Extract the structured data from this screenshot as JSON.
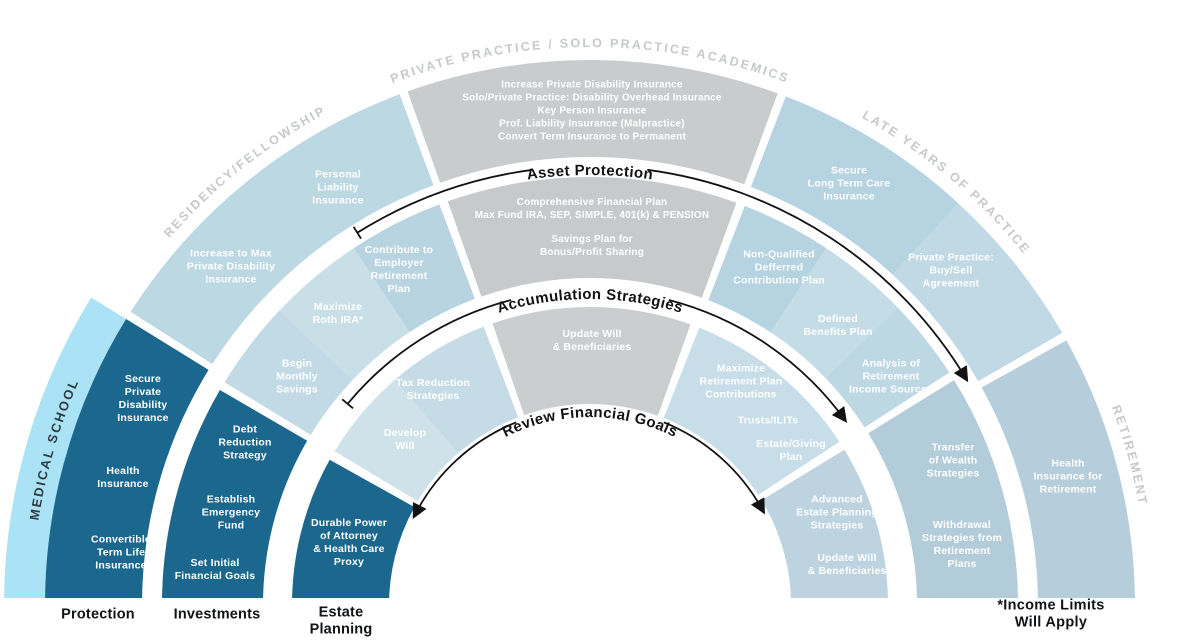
{
  "stages": [
    {
      "name": "MEDICAL SCHOOL",
      "rings": {
        "protection": [
          "Secure\nPrivate\nDisability\nInsurance",
          "Health\nInsurance",
          "Convertible\nTerm Life\nInsurance"
        ],
        "investments": [
          "Debt\nReduction\nStrategy",
          "Establish\nEmergency\nFund",
          "Set Initial\nFinancial Goals"
        ],
        "estate": [
          "Durable Power\nof Attorney\n& Health Care\nProxy"
        ]
      }
    },
    {
      "name": "RESIDENCY/FELLOWSHIP",
      "rings": {
        "protection": [
          "Personal\nLiability\nInsurance",
          "Increase to Max\nPrivate Disability\nInsurance"
        ],
        "investments": [
          "Contribute to\nEmployer\nRetirement\nPlan",
          "Maximize\nRoth IRA*",
          "Begin\nMonthly\nSavings"
        ],
        "estate": [
          "Tax Reduction\nStrategies",
          "Develop\nWill"
        ]
      }
    },
    {
      "name": "PRIVATE PRACTICE / SOLO PRACTICE ACADEMICS",
      "rings": {
        "protection": [
          "Increase Private Disability Insurance\nSolo/Private Practice: Disability Overhead Insurance\nKey Person Insurance\nProf. Liability Insurance (Malpractice)\nConvert Term Insurance to Permanent"
        ],
        "investments": [
          "Comprehensive Financial Plan\nMax Fund IRA, SEP, SIMPLE, 401(k) & PENSION",
          "Savings Plan for\nBonus/Profit Sharing"
        ],
        "estate": [
          "Update Will\n& Beneficiaries"
        ]
      }
    },
    {
      "name": "LATE YEARS OF PRACTICE",
      "rings": {
        "protection": [
          "Secure\nLong Term Care\nInsurance",
          "Private Practice:\nBuy/Sell\nAgreement"
        ],
        "investments": [
          "Non-Qualified\nDefferred\nContribution Plan",
          "Defined\nBenefits Plan",
          "Analysis of\nRetirement\nIncome Sources"
        ],
        "estate": [
          "Maximize\nRetirement Plan\nContributions",
          "Trusts/ILITs",
          "Estate/Giving\nPlan"
        ]
      }
    },
    {
      "name": "RETIREMENT",
      "rings": {
        "protection": [
          "Health\nInsurance for\nRetirement"
        ],
        "investments": [
          "Transfer\nof Wealth\nStrategies",
          "Withdrawal\nStrategies from\nRetirement\nPlans"
        ],
        "estate": [
          "Advanced\nEstate Planning\nStrategies",
          "Update Will\n& Beneficiaries"
        ]
      }
    }
  ],
  "arrow_labels": {
    "asset": "Asset Protection",
    "accumulation": "Accumulation Strategies",
    "review": "Review Financial Goals"
  },
  "ring_axis_labels": {
    "protection": "Protection",
    "investments": "Investments",
    "estate": "Estate\nPlanning"
  },
  "footnote": "*Income Limits Will Apply",
  "palette": {
    "dark_teal": "#1b678e",
    "medical_school_band": "#a9e3f5",
    "light_blue": "#bcd8e3",
    "gray_segment": "#c9cccd",
    "retirement_blue": "#b6cedb",
    "stage_label_gray": "#c6c9cb",
    "arrow_black": "#121212"
  }
}
